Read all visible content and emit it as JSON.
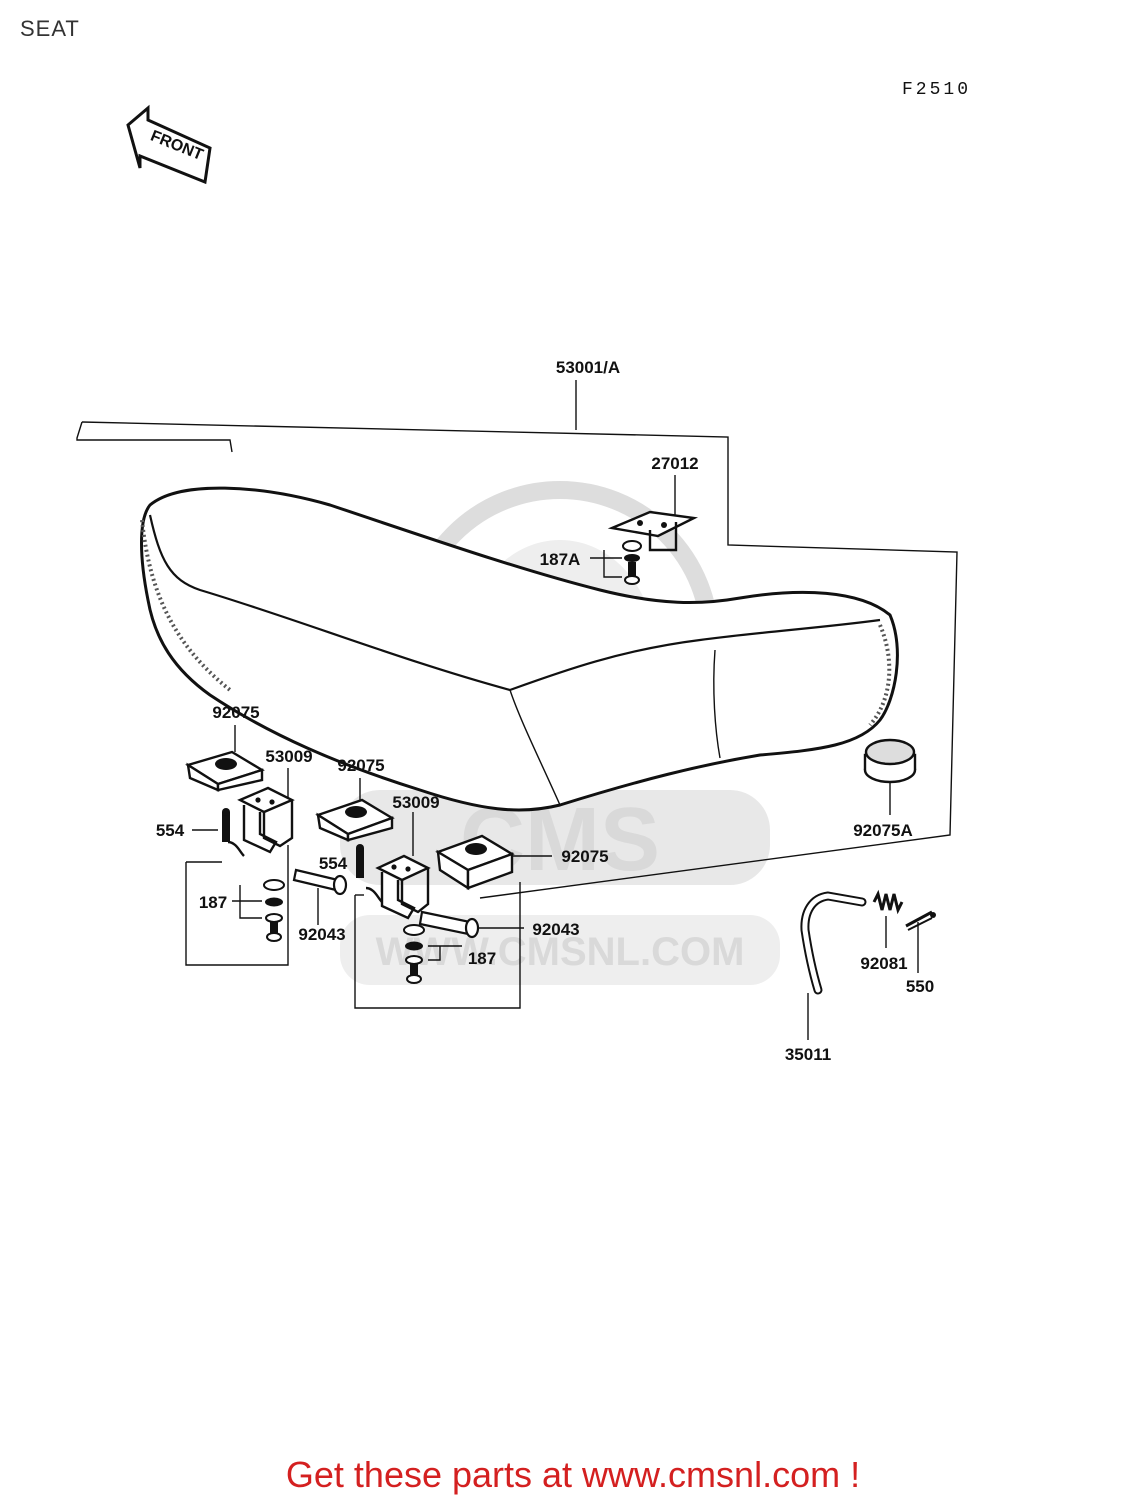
{
  "page": {
    "title": "SEAT",
    "figure_code": "F2510",
    "front_arrow_label": "FRONT",
    "footer_text": "Get these parts at www.cmsnl.com !"
  },
  "watermark": {
    "brand": "CMS",
    "site": "WWW.CMSNL.COM"
  },
  "callouts": {
    "seat_assy": "53001/A",
    "bracket_top": "27012",
    "bolt_top": "187A",
    "damper_left": "92075",
    "bracket_left": "53009",
    "damper_mid": "92075",
    "bracket_mid": "53009",
    "damper_right": "92075",
    "damper_round": "92075A",
    "pin_left": "554",
    "pin_mid": "554",
    "bolt_group_left": "187",
    "bolt_group_right": "187",
    "collar_left": "92043",
    "collar_right": "92043",
    "spring": "92081",
    "cotter": "550",
    "rod": "35011"
  },
  "colors": {
    "line": "#111111",
    "watermark": "#d9d9d9",
    "footer": "#d42020"
  }
}
